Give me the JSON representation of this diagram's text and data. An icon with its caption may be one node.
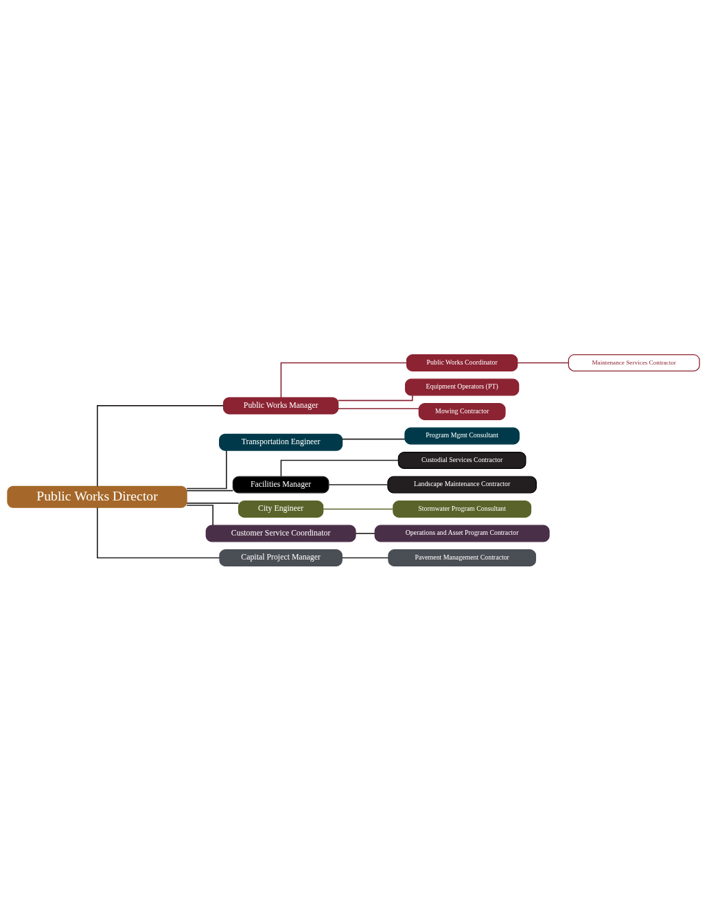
{
  "diagram": {
    "nodes": [
      {
        "text": [
          "Public Works Director"
        ]
      },
      {
        "text": [
          "Public Works Manager"
        ]
      },
      {
        "text": [
          "Public Works Coordinator"
        ]
      },
      {
        "text": [
          "Maintenance Services Contractor"
        ]
      },
      {
        "text": [
          "Equipment Operators (PT)"
        ]
      },
      {
        "text": [
          "Mowing Contractor"
        ]
      },
      {
        "text": [
          "Transportation Engineer"
        ]
      },
      {
        "text": [
          "Program Mgmt Consultant"
        ]
      },
      {
        "text": [
          "Facilities Manager"
        ]
      },
      {
        "text": [
          "Custodial Services Contractor"
        ]
      },
      {
        "text": [
          "Landscape Maintenance Contractor"
        ]
      },
      {
        "text": [
          "City Engineer"
        ]
      },
      {
        "text": [
          "Stormwater Program Consultant"
        ]
      },
      {
        "text": [
          "Customer Service Coordinator"
        ]
      },
      {
        "text": [
          "Operations and Asset Program Contractor"
        ]
      },
      {
        "text": [
          "Capital Project Manager"
        ]
      },
      {
        "text": [
          "Pavement Management Contractor"
        ]
      }
    ],
    "edges": [
      {
        "from": 0,
        "to": 1,
        "arrow": "none"
      },
      {
        "from": 0,
        "to": 6,
        "arrow": "none"
      },
      {
        "from": 0,
        "to": 8,
        "arrow": "none"
      },
      {
        "from": 0,
        "to": 11,
        "arrow": "none"
      },
      {
        "from": 0,
        "to": 13,
        "arrow": "none"
      },
      {
        "from": 0,
        "to": 15,
        "arrow": "none"
      },
      {
        "from": 1,
        "to": 2,
        "arrow": "none",
        "color": "#8b2332"
      },
      {
        "from": 1,
        "to": 4,
        "arrow": "none",
        "color": "#8b2332"
      },
      {
        "from": 1,
        "to": 5,
        "arrow": "none",
        "color": "#8b2332"
      },
      {
        "from": 2,
        "to": 3,
        "arrow": "none",
        "color": "#8b2332"
      },
      {
        "from": 6,
        "to": 7,
        "arrow": "none"
      },
      {
        "from": 8,
        "to": 9,
        "arrow": "none"
      },
      {
        "from": 8,
        "to": 10,
        "arrow": "none"
      },
      {
        "from": 11,
        "to": 12,
        "arrow": "none",
        "color": "#5a6329"
      },
      {
        "from": 13,
        "to": 14,
        "arrow": "none"
      },
      {
        "from": 15,
        "to": 16,
        "arrow": "none"
      }
    ]
  }
}
